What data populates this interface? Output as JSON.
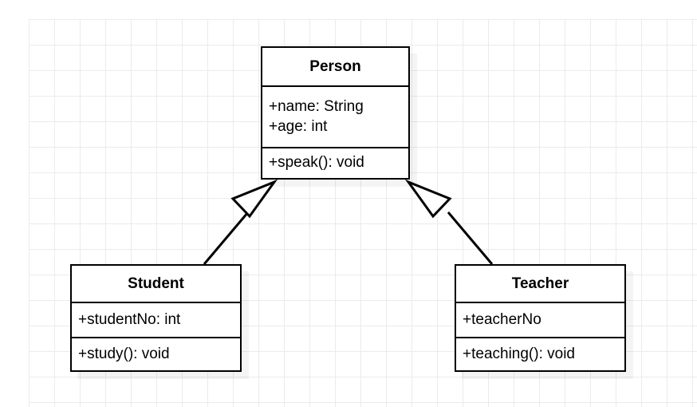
{
  "diagram": {
    "type": "uml-class-diagram",
    "title": "Person / Student / Teacher generalization",
    "background_color": "#ffffff",
    "grid_color": "#ebebeb",
    "stroke_color": "#000000",
    "fill_color": "#ffffff",
    "shadow_color": "#f0f0f0"
  },
  "classes": [
    {
      "id": "person",
      "name": "Person",
      "attributes": [
        "+name: String",
        "+age: int"
      ],
      "operations": [
        "+speak(): void"
      ]
    },
    {
      "id": "student",
      "name": "Student",
      "attributes": [
        "+studentNo: int"
      ],
      "operations": [
        "+study(): void"
      ]
    },
    {
      "id": "teacher",
      "name": "Teacher",
      "attributes": [
        "+teacherNo"
      ],
      "operations": [
        "+teaching(): void"
      ]
    }
  ],
  "relationships": [
    {
      "id": "student-extends-person",
      "kind": "generalization",
      "source": "Student",
      "target": "Person",
      "arrowhead": "hollow-triangle"
    },
    {
      "id": "teacher-extends-person",
      "kind": "generalization",
      "source": "Teacher",
      "target": "Person",
      "arrowhead": "hollow-triangle"
    }
  ]
}
